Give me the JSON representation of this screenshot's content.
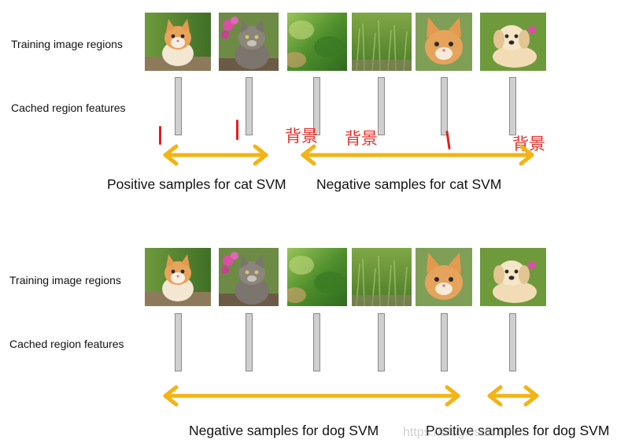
{
  "panels": [
    {
      "id": "cat",
      "training_label": "Training image regions",
      "features_label": "Cached region features",
      "images": [
        {
          "icon": "kitten-orange-white-icon"
        },
        {
          "icon": "kitten-gray-tabby-icon"
        },
        {
          "icon": "foliage-background-icon"
        },
        {
          "icon": "grass-background-icon"
        },
        {
          "icon": "kitten-orange-face-icon"
        },
        {
          "icon": "puppy-golden-retriever-icon"
        }
      ],
      "positive_label": "Positive samples for cat SVM",
      "negative_label": "Negative samples for cat SVM"
    },
    {
      "id": "dog",
      "training_label": "Training image regions",
      "features_label": "Cached region features",
      "images": [
        {
          "icon": "kitten-orange-white-icon"
        },
        {
          "icon": "kitten-gray-tabby-icon"
        },
        {
          "icon": "foliage-background-icon"
        },
        {
          "icon": "grass-background-icon"
        },
        {
          "icon": "kitten-orange-face-icon"
        },
        {
          "icon": "puppy-golden-retriever-icon"
        }
      ],
      "negative_label": "Negative samples for dog SVM",
      "positive_label": "Positive samples for dog SVM"
    }
  ],
  "annotations": {
    "background_note_1": "背景",
    "background_note_2": "背景",
    "background_note_3": "背景"
  },
  "watermark": "https://blog.csdn.net/...",
  "colors": {
    "arrow": "#f2b416",
    "feature_bar_fill": "#cfcfcf",
    "feature_bar_border": "#8a8a8a",
    "annotation_red": "#e4302b"
  }
}
